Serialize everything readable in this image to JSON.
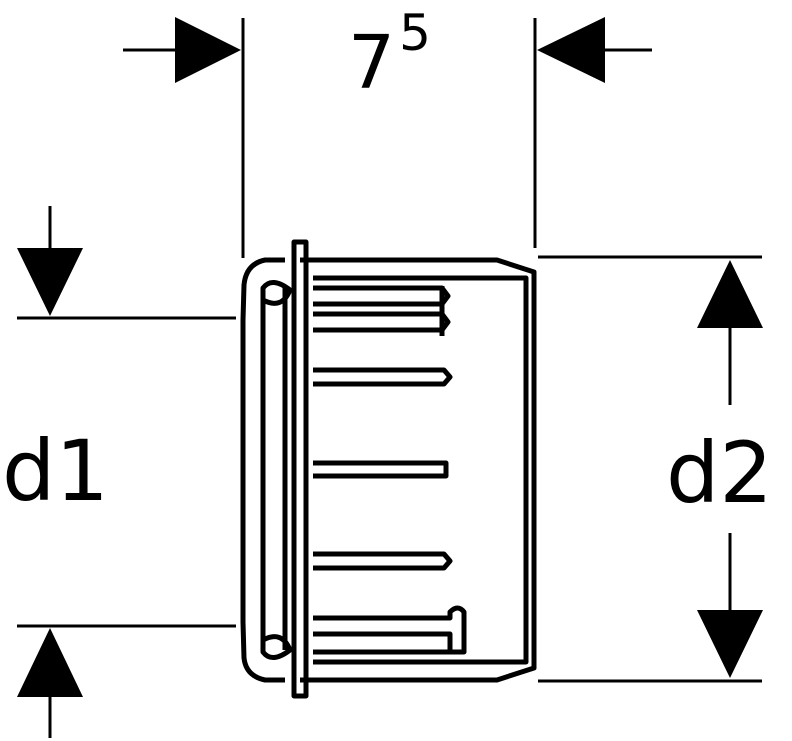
{
  "labels": {
    "length_base": "7",
    "length_sup": "5",
    "inner_diameter": "d1",
    "outer_diameter": "d2"
  },
  "colors": {
    "line": "#000000",
    "background": "#ffffff"
  }
}
